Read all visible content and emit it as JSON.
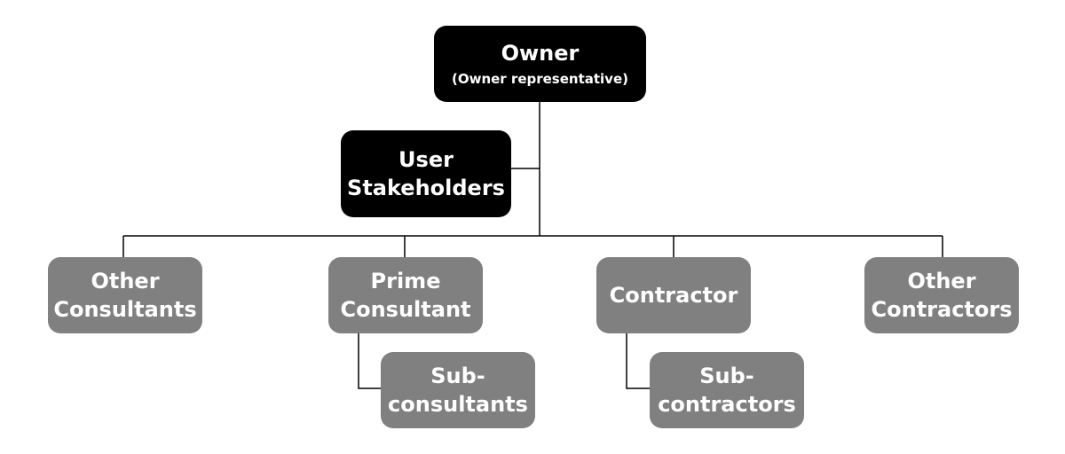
{
  "nodes": {
    "owner": {
      "title": "Owner",
      "subtitle": "(Owner representative)"
    },
    "user_stakeholders": {
      "lines": [
        "User",
        "Stakeholders"
      ]
    },
    "other_consultants": {
      "lines": [
        "Other",
        "Consultants"
      ]
    },
    "prime_consultant": {
      "lines": [
        "Prime",
        "Consultant"
      ]
    },
    "contractor": {
      "lines": [
        "Contractor"
      ]
    },
    "other_contractors": {
      "lines": [
        "Other",
        "Contractors"
      ]
    },
    "sub_consultants": {
      "lines": [
        "Sub-",
        "consultants"
      ]
    },
    "sub_contractors": {
      "lines": [
        "Sub-",
        "contractors"
      ]
    }
  },
  "colors": {
    "primary": "#000000",
    "secondary": "#808080",
    "connector": "#000000"
  }
}
